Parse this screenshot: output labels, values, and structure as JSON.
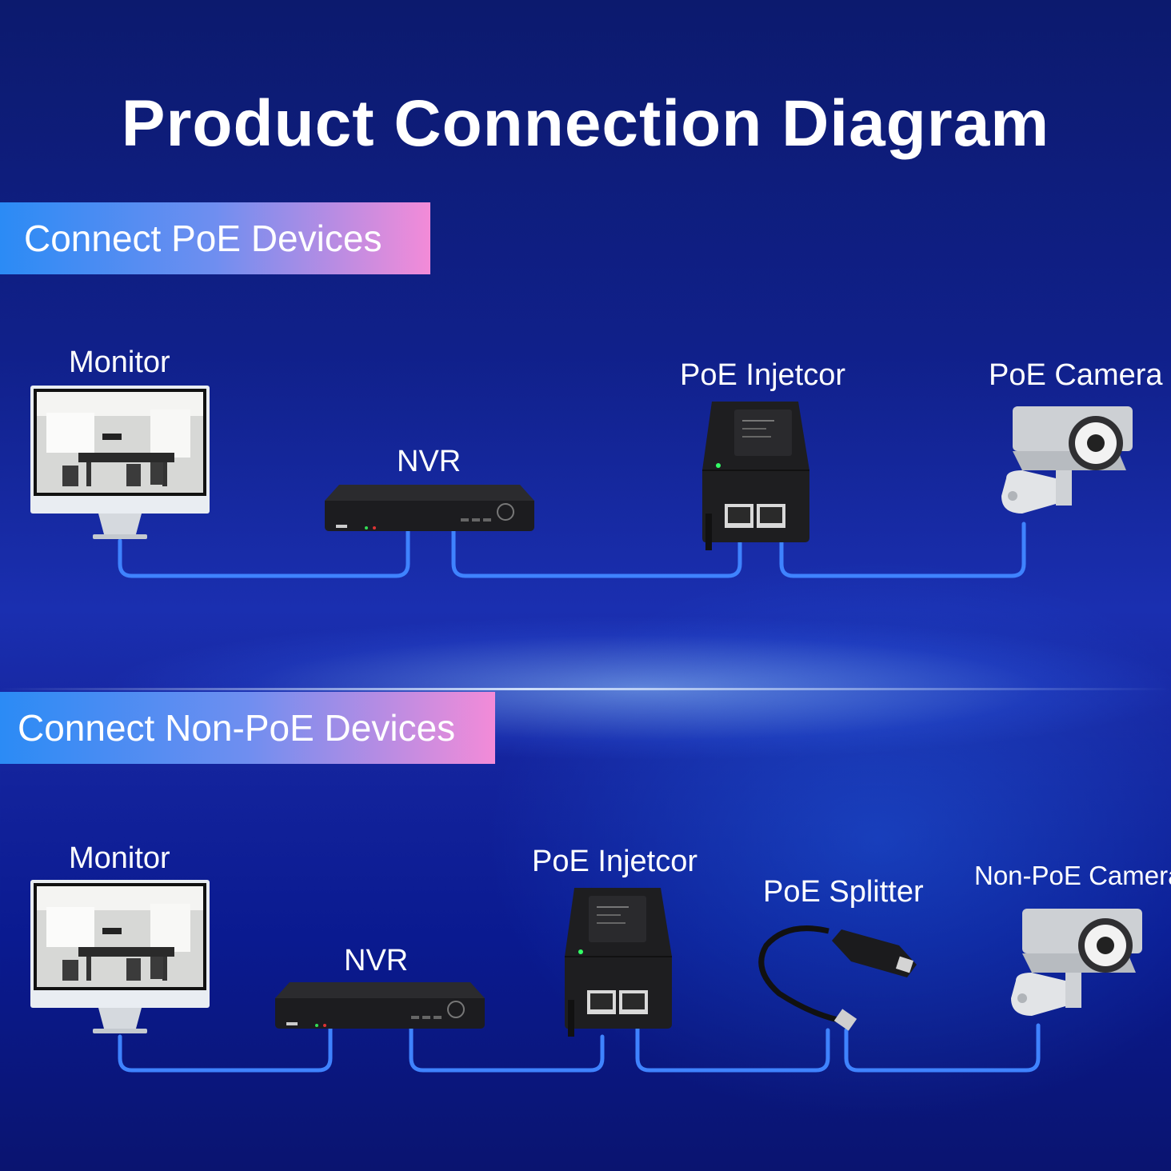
{
  "title": "Product Connection Diagram",
  "sections": [
    {
      "heading": "Connect PoE Devices",
      "labels": {
        "monitor": "Monitor",
        "nvr": "NVR",
        "injector": "PoE Injetcor",
        "camera": "PoE Camera"
      }
    },
    {
      "heading": "Connect Non-PoE Devices",
      "labels": {
        "monitor": "Monitor",
        "nvr": "NVR",
        "injector": "PoE Injetcor",
        "splitter": "PoE Splitter",
        "camera": "Non-PoE Camera"
      }
    }
  ],
  "colors": {
    "cable": "#3f83ff",
    "banner_start": "#2b8bf5",
    "banner_end": "#f38bd8",
    "background": "#10208a"
  }
}
